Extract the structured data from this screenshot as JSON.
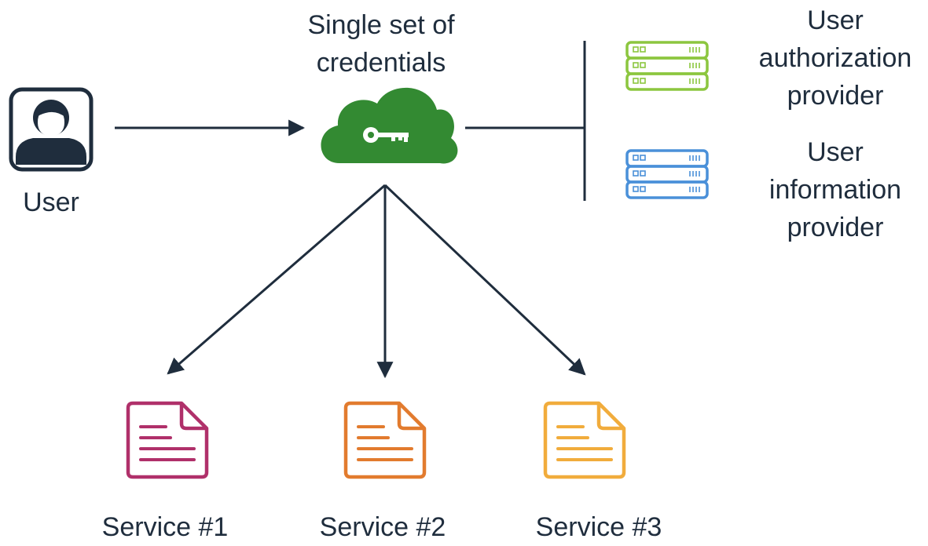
{
  "colors": {
    "ink": "#1f2d3d",
    "cloud": "#338a32",
    "auth_server": "#8cc63f",
    "info_server": "#4a90d9",
    "service_1": "#b0306a",
    "service_2": "#e27b2e",
    "service_3": "#f1ac3c"
  },
  "nodes": {
    "user": {
      "icon": "user-avatar-icon",
      "label": "User"
    },
    "credentials": {
      "icon": "cloud-key-icon",
      "label_line1": "Single set of",
      "label_line2": "credentials"
    },
    "auth_provider": {
      "icon": "server-icon",
      "label_line1": "User",
      "label_line2": "authorization",
      "label_line3": "provider"
    },
    "info_provider": {
      "icon": "server-icon",
      "label_line1": "User",
      "label_line2": "information",
      "label_line3": "provider"
    },
    "services": [
      {
        "icon": "document-icon",
        "label": "Service #1"
      },
      {
        "icon": "document-icon",
        "label": "Service #2"
      },
      {
        "icon": "document-icon",
        "label": "Service #3"
      }
    ]
  }
}
